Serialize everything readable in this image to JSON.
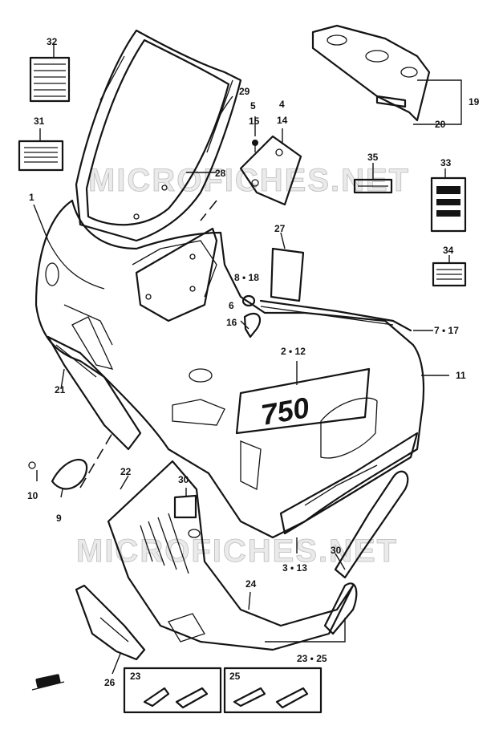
{
  "watermark": {
    "line1": "MICROFICHES.NET",
    "line2": "MICROFICHES.NET"
  },
  "decal_text": "750",
  "callouts": {
    "c1": "1",
    "c2_12": "2 • 12",
    "c3_13": "3 • 13",
    "c4": "4",
    "c5": "5",
    "c6": "6",
    "c7_17": "7 • 17",
    "c8_18": "8 • 18",
    "c9": "9",
    "c10": "10",
    "c11": "11",
    "c14": "14",
    "c15": "15",
    "c16": "16",
    "c19": "19",
    "c20": "20",
    "c21": "21",
    "c22": "22",
    "c23_box": "23",
    "c23_25": "23 • 25",
    "c24": "24",
    "c25_box": "25",
    "c26": "26",
    "c27": "27",
    "c28": "28",
    "c29": "29",
    "c30_left": "30",
    "c30_right": "30",
    "c31": "31",
    "c32": "32",
    "c33": "33",
    "c34": "34",
    "c35": "35"
  },
  "icons": {
    "tool": "wrench-symbol-icon"
  }
}
